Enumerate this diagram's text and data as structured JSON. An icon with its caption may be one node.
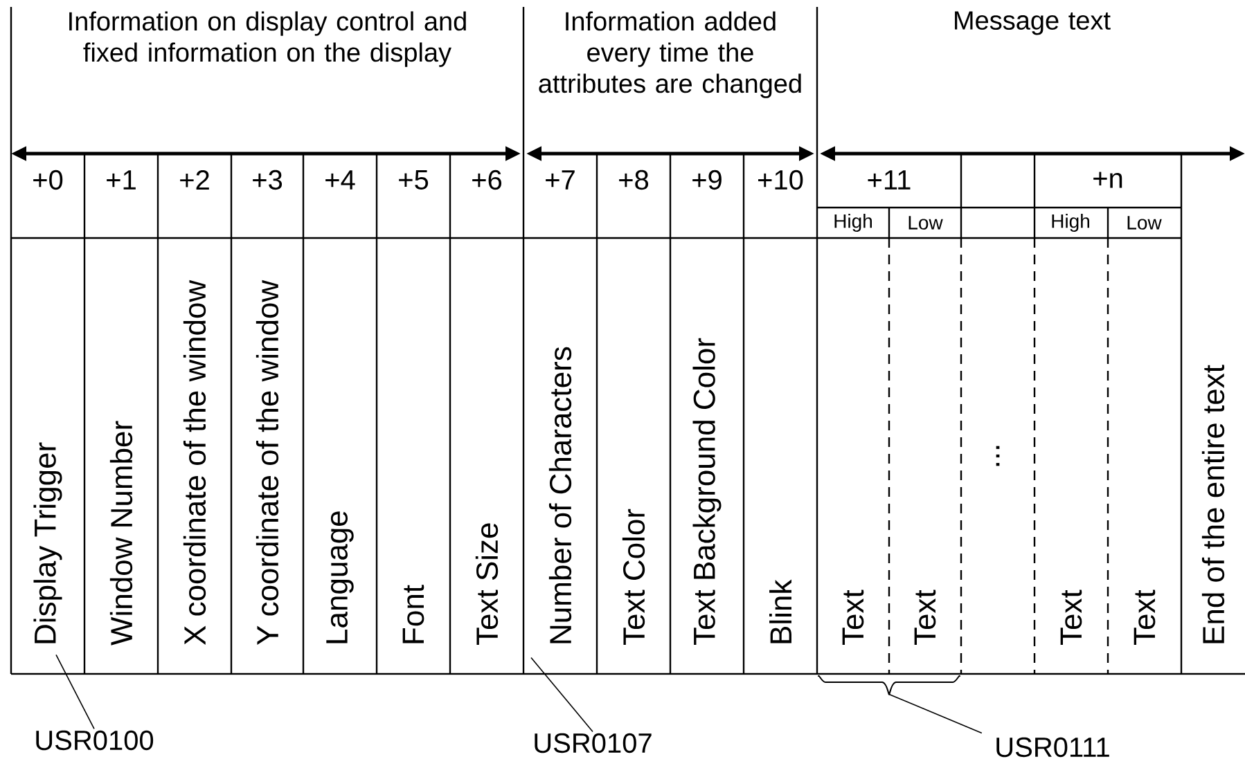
{
  "diagram": {
    "nodes": [
      {
        "text": [
          "Display Trigger"
        ]
      },
      {
        "text": [
          "Window Number"
        ]
      },
      {
        "text": [
          "X coordinate of the window"
        ]
      },
      {
        "text": [
          "Y coordinate of the window"
        ]
      },
      {
        "text": [
          "Language"
        ]
      },
      {
        "text": [
          "Font"
        ]
      },
      {
        "text": [
          "Text Size"
        ]
      },
      {
        "text": [
          "Number of Characters"
        ]
      },
      {
        "text": [
          "Text Color"
        ]
      },
      {
        "text": [
          "Text Background Color"
        ]
      },
      {
        "text": [
          "Blink"
        ]
      },
      {
        "text": [
          "Text"
        ]
      },
      {
        "text": [
          "Text"
        ]
      },
      {
        "text": [
          "..."
        ]
      },
      {
        "text": [
          "Text"
        ]
      },
      {
        "text": [
          "Text"
        ]
      },
      {
        "text": [
          "End of the entire text"
        ]
      },
      {
        "text": [
          "USR0100"
        ]
      },
      {
        "text": [
          "USR0107"
        ]
      },
      {
        "text": [
          "USR0111"
        ]
      },
      {
        "text": [],
        "shape": "brace"
      }
    ],
    "edges": [
      {
        "from": 17,
        "to": 0,
        "arrow": "none"
      },
      {
        "from": 18,
        "to": 7,
        "arrow": "none"
      },
      {
        "from": 19,
        "to": 20,
        "arrow": "none"
      }
    ],
    "labels": [
      "Information on display control and fixed information on the display",
      "Information added every time the attributes are changed",
      "Message text",
      "+0",
      "+1",
      "+2",
      "+3",
      "+4",
      "+5",
      "+6",
      "+7",
      "+8",
      "+9",
      "+10",
      "+11",
      "+n",
      "High",
      "Low",
      "High",
      "Low"
    ]
  }
}
